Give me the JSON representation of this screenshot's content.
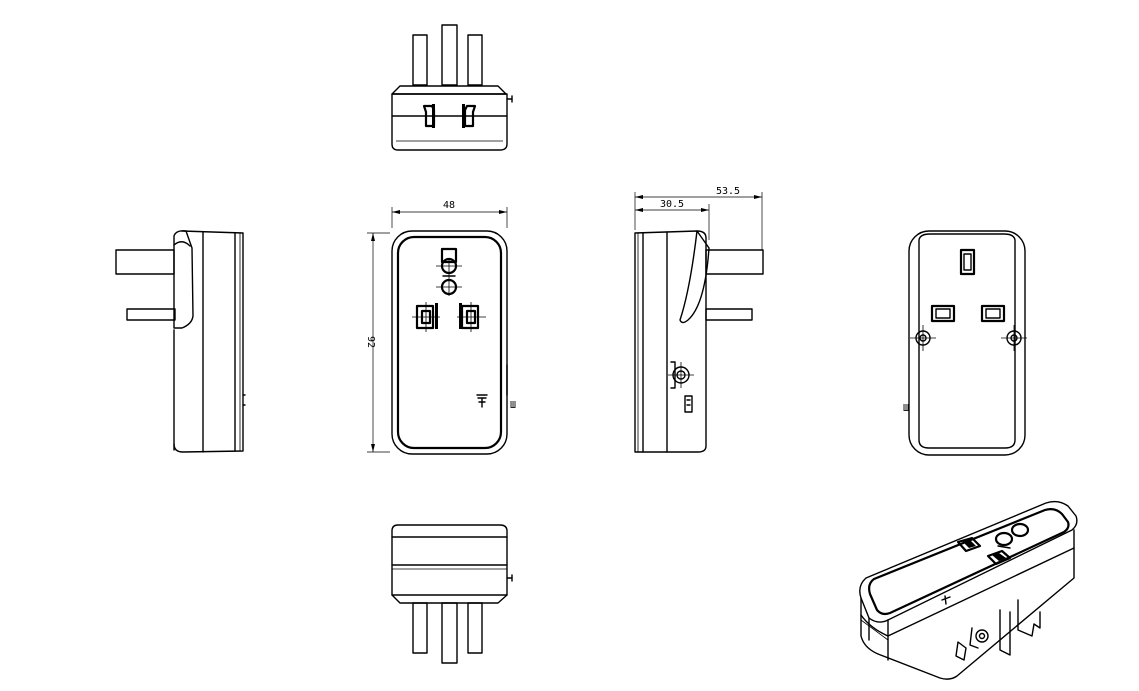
{
  "dimensions": {
    "front_width": "48",
    "front_height": "92",
    "side_depth_body": "30.5",
    "side_depth_total": "53.5"
  },
  "views": [
    {
      "name": "top-view"
    },
    {
      "name": "left-side-view"
    },
    {
      "name": "front-view"
    },
    {
      "name": "right-side-view"
    },
    {
      "name": "back-view"
    },
    {
      "name": "bottom-view"
    },
    {
      "name": "isometric-view"
    }
  ]
}
